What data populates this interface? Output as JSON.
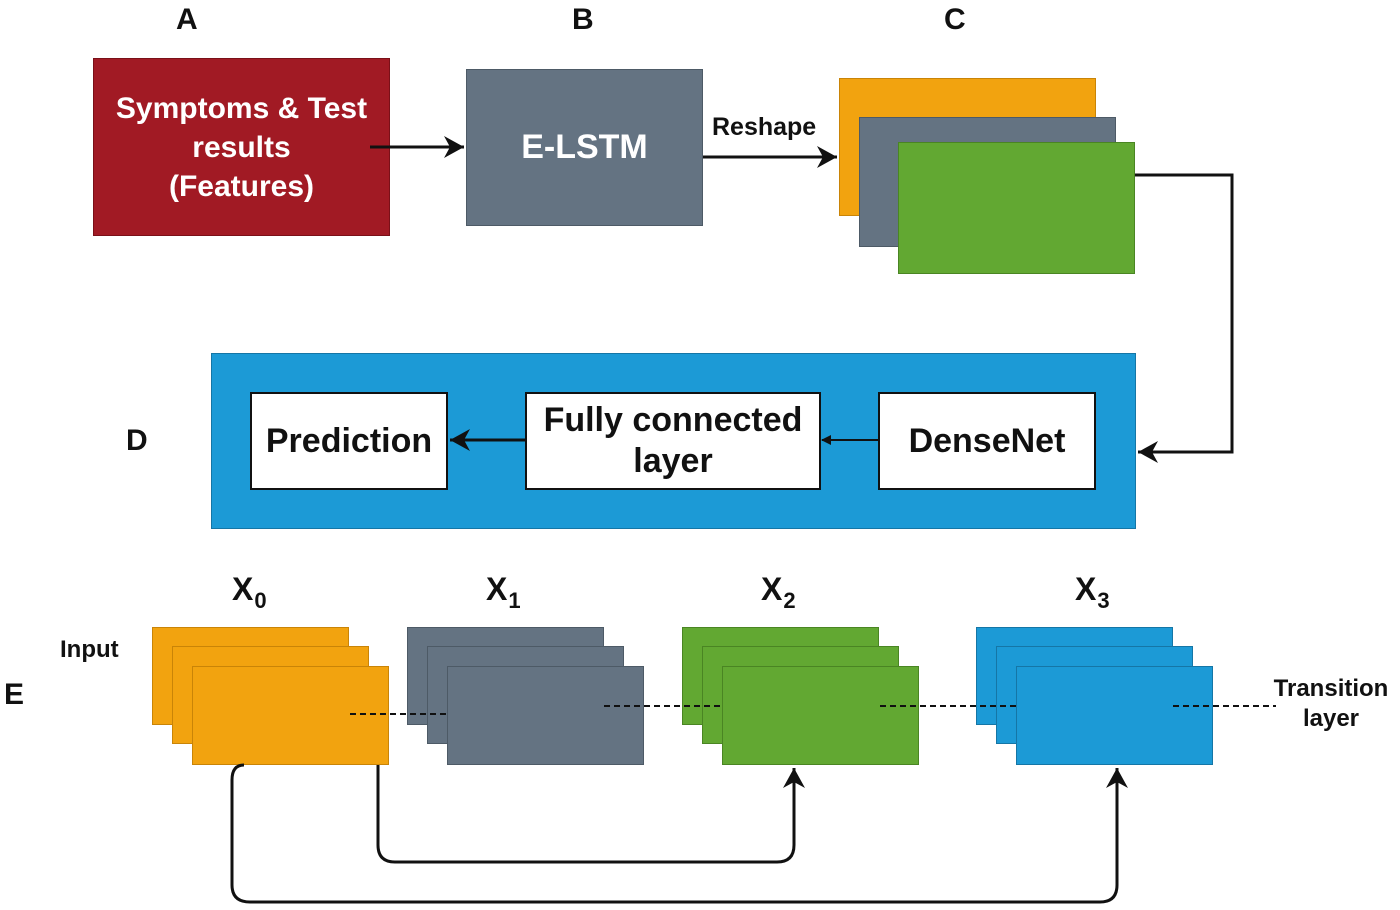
{
  "sections": {
    "a": "A",
    "b": "B",
    "c": "C",
    "d": "D",
    "e": "E"
  },
  "nodes": {
    "features_line1": "Symptoms & Test",
    "features_line2": "results",
    "features_line3": "(Features)",
    "elstm": "E-LSTM",
    "reshape": "Reshape",
    "densenet": "DenseNet",
    "fc_line1": "Fully connected",
    "fc_line2": "layer",
    "prediction": "Prediction"
  },
  "dense_block": {
    "x0": {
      "base": "X",
      "sub": "0"
    },
    "x1": {
      "base": "X",
      "sub": "1"
    },
    "x2": {
      "base": "X",
      "sub": "2"
    },
    "x3": {
      "base": "X",
      "sub": "3"
    },
    "input": "Input",
    "transition_line1": "Transition",
    "transition_line2": "layer"
  },
  "colors": {
    "features": "#a11a24",
    "elstm": "#647382",
    "orange": "#f2a30f",
    "slate": "#647382",
    "green": "#62a832",
    "blue": "#1c9ad6"
  }
}
